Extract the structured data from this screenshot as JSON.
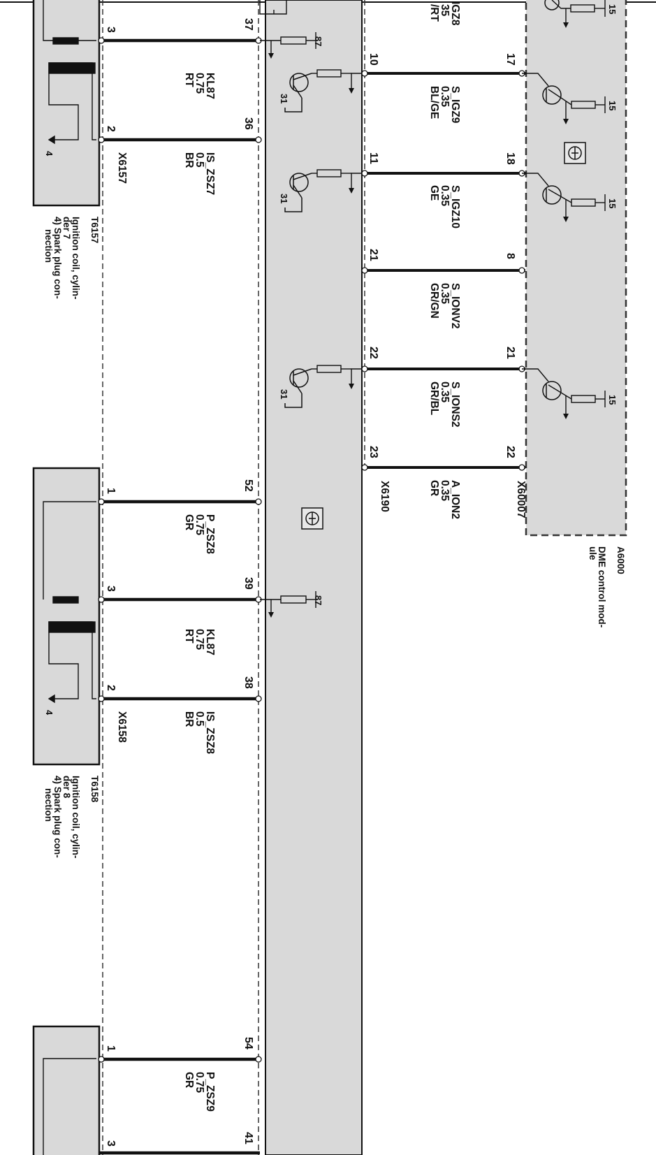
{
  "colors": {
    "module_fill": "#d9d9d9",
    "wire": "#111111",
    "dashed_border": "#333333"
  },
  "coils": [
    {
      "id": "T6157",
      "connector": "X6157",
      "desc": [
        "Ignition coil, cylin-",
        "der 7",
        "4) Spark plug con-",
        "nection"
      ],
      "ground_num": "4"
    },
    {
      "id": "T6158",
      "connector": "X6158",
      "desc": [
        "Ignition coil, cylin-",
        "der 8",
        "4) Spark plug con-",
        "nection"
      ],
      "ground_num": "4"
    }
  ],
  "coil_wires": [
    {
      "coil_pin": "3",
      "ecu_pin": "37",
      "lines": [
        "KL87",
        "0.75",
        "RT"
      ],
      "supply": "87"
    },
    {
      "coil_pin": "2",
      "ecu_pin": "36",
      "lines": [
        "IS_ZSZ7",
        "0.5",
        "BR"
      ],
      "transistor_ground": "31"
    },
    {
      "coil_pin": "1",
      "ecu_pin": "52",
      "lines": [
        "P_ZSZ8",
        "0.75",
        "GR"
      ]
    },
    {
      "coil_pin": "3",
      "ecu_pin": "39",
      "lines": [
        "KL87",
        "0.75",
        "RT"
      ],
      "supply": "87"
    },
    {
      "coil_pin": "2",
      "ecu_pin": "38",
      "lines": [
        "IS_ZSZ8",
        "0.5",
        "BR"
      ]
    },
    {
      "coil_pin": "1",
      "ecu_pin": "54",
      "lines": [
        "P_ZSZ9",
        "0.75",
        "GR"
      ]
    },
    {
      "coil_pin": "3",
      "ecu_pin": "41"
    }
  ],
  "top_partial": {
    "lines": [
      "IGZ8",
      "35",
      "/RT"
    ],
    "transistor_ground": "31"
  },
  "right_wires": [
    {
      "left_pin": "10",
      "right_pin": "17",
      "lines": [
        "S_IGZ9",
        "0.35",
        "BL/GE"
      ],
      "right_supply": "15"
    },
    {
      "left_pin": "11",
      "right_pin": "18",
      "lines": [
        "S_IGZ10",
        "0.35",
        "GE"
      ],
      "right_supply": "15",
      "left_ground": "31"
    },
    {
      "left_pin": "21",
      "right_pin": "8",
      "lines": [
        "S_IONV2",
        "0.35",
        "GR/GN"
      ]
    },
    {
      "left_pin": "22",
      "right_pin": "21",
      "lines": [
        "S_IONS2",
        "0.35",
        "GR/BL"
      ],
      "right_supply": "15",
      "left_ground": "31"
    },
    {
      "left_pin": "23",
      "right_pin": "22",
      "lines": [
        "A_ION2",
        "0.35",
        "GR"
      ]
    }
  ],
  "connectors": {
    "left": "X6190",
    "right": "X60007"
  },
  "top_supply": "15",
  "module": {
    "id": "A6000",
    "desc": [
      "DME control mod-",
      "ule"
    ]
  }
}
